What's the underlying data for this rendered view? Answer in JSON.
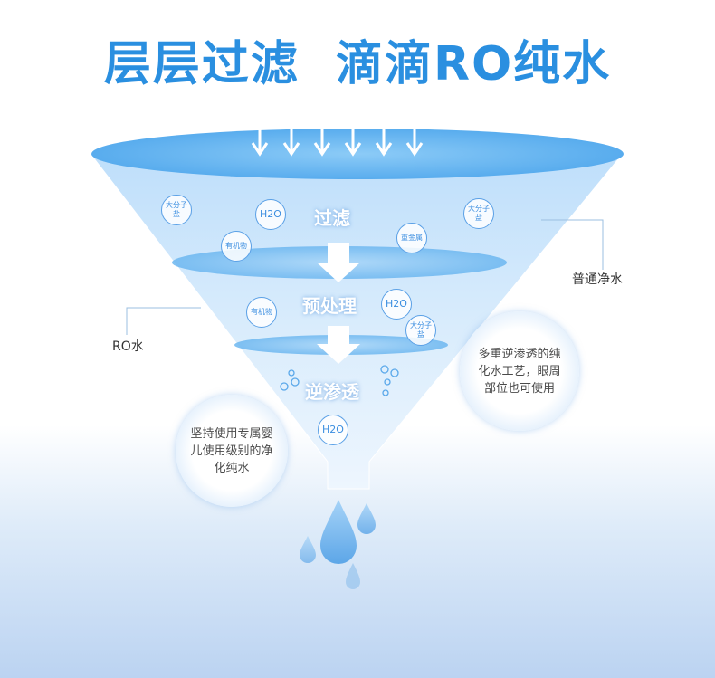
{
  "title": {
    "part1": "层层过滤",
    "part2": "滴滴RO纯水",
    "color": "#2a8fe0"
  },
  "stages": {
    "filter": "过滤",
    "pretreat": "预处理",
    "ro": "逆渗透"
  },
  "side_labels": {
    "ordinary": "普通净水",
    "ro": "RO水"
  },
  "bubbles": {
    "left": "坚持使用专属婴儿使用级别的净化纯水",
    "right": "多重逆渗透的纯化水工艺，眼周部位也可使用"
  },
  "badges": {
    "large_salt": "大分子盐",
    "h2o": "H2O",
    "organic": "有机物",
    "heavy_metal": "重金属"
  },
  "colors": {
    "funnel_top": "#6fb8f2",
    "funnel_body": "#cfe6fb",
    "line": "#9bbfe0"
  }
}
